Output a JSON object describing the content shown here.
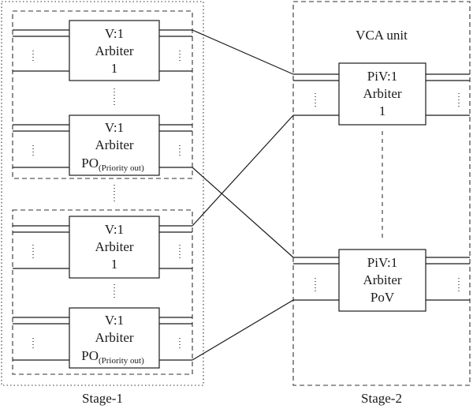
{
  "stage1": {
    "label": "Stage-1",
    "group1": {
      "arbiter_first": {
        "line1": "V:1",
        "line2": "Arbiter",
        "line3": "1"
      },
      "arbiter_last": {
        "line1": "V:1",
        "line2": "Arbiter",
        "line3": "PO",
        "line3_sub": "(Priority out)"
      }
    },
    "group2": {
      "arbiter_first": {
        "line1": "V:1",
        "line2": "Arbiter",
        "line3": "1"
      },
      "arbiter_last": {
        "line1": "V:1",
        "line2": "Arbiter",
        "line3": "PO",
        "line3_sub": "(Priority out)"
      }
    }
  },
  "stage2": {
    "label": "Stage-2",
    "unit_title": "VCA unit",
    "arbiter_first": {
      "line1": "PiV:1",
      "line2": "Arbiter",
      "line3": "1"
    },
    "arbiter_last": {
      "line1": "PiV:1",
      "line2": "Arbiter",
      "line3": "PoV"
    }
  }
}
